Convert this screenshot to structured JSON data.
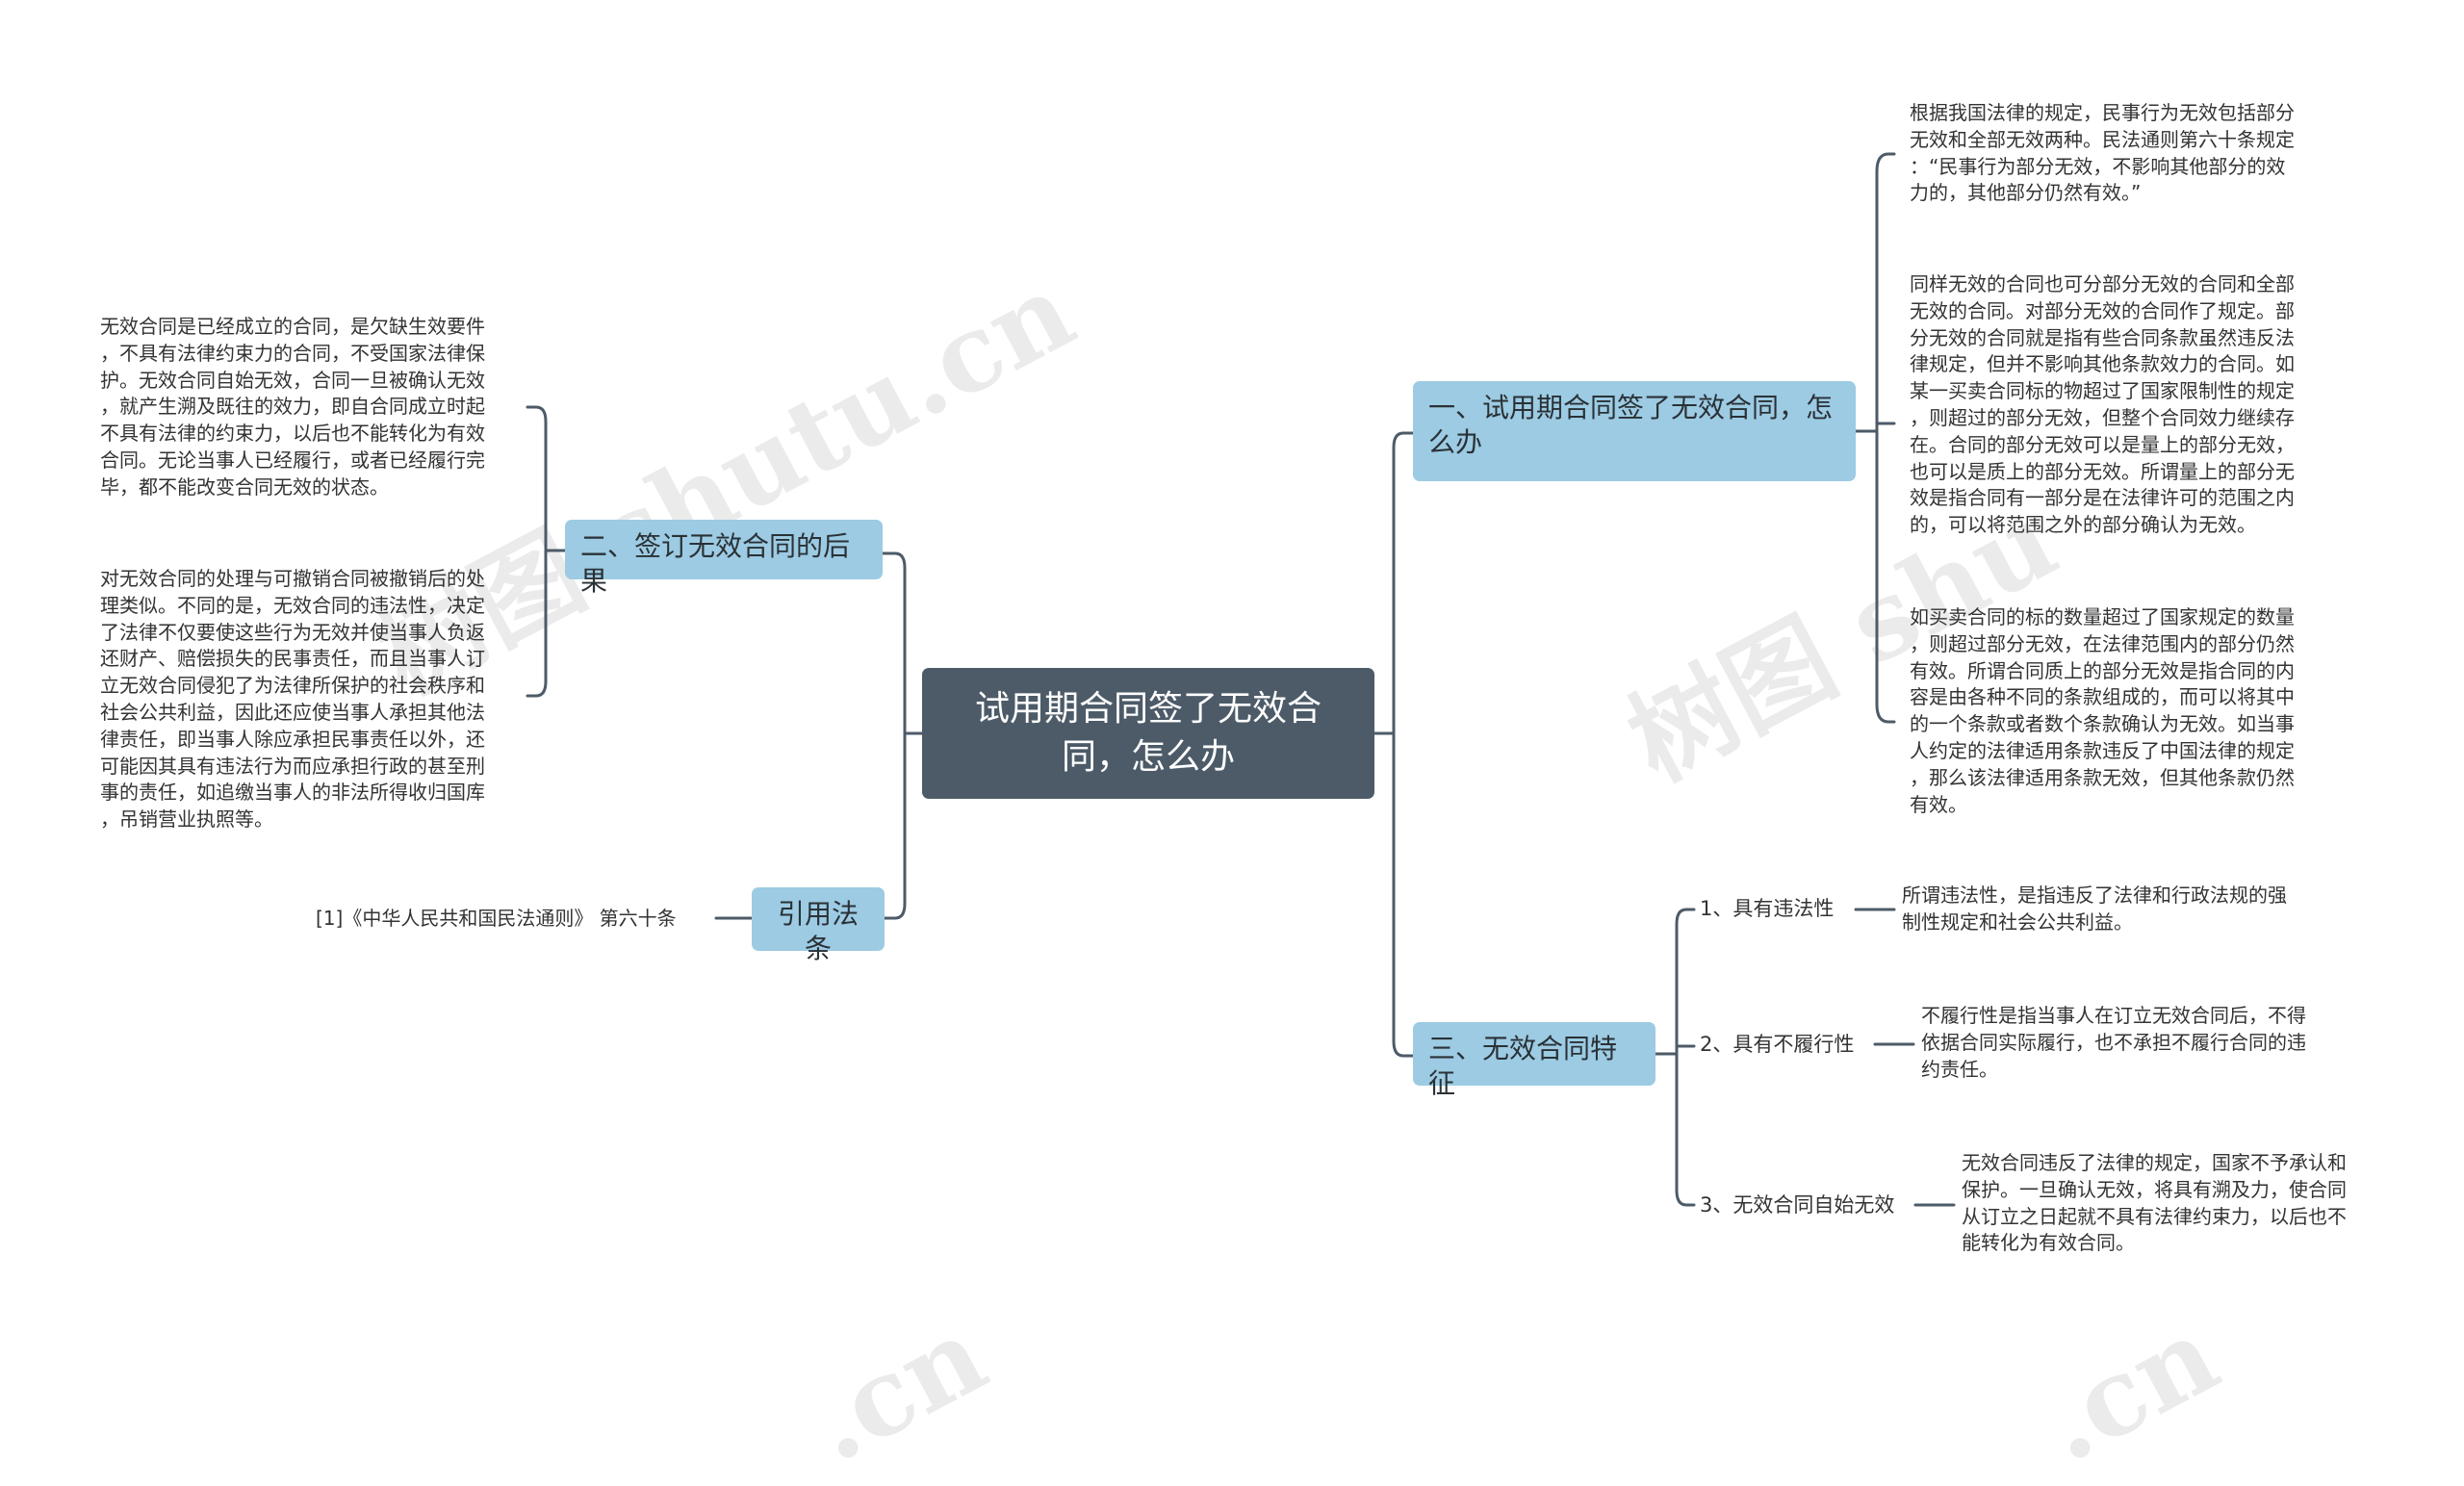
{
  "root": "试用期合同签了无效合同，怎么办",
  "branch1": {
    "title": "一、试用期合同签了无效合同，怎么办",
    "paragraphs": [
      "根据我国法律的规定，民事行为无效包括部分\n无效和全部无效两种。民法通则第六十条规定\n：“民事行为部分无效，不影响其他部分的效\n力的，其他部分仍然有效。”",
      "同样无效的合同也可分部分无效的合同和全部\n无效的合同。对部分无效的合同作了规定。部\n分无效的合同就是指有些合同条款虽然违反法\n律规定，但并不影响其他条款效力的合同。如\n某一买卖合同标的物超过了国家限制性的规定\n，则超过的部分无效，但整个合同效力继续存\n在。合同的部分无效可以是量上的部分无效，\n也可以是质上的部分无效。所谓量上的部分无\n效是指合同有一部分是在法律许可的范围之内\n的，可以将范围之外的部分确认为无效。",
      "如买卖合同的标的数量超过了国家规定的数量\n，则超过部分无效，在法律范围内的部分仍然\n有效。所谓合同质上的部分无效是指合同的内\n容是由各种不同的条款组成的，而可以将其中\n的一个条款或者数个条款确认为无效。如当事\n人约定的法律适用条款违反了中国法律的规定\n，那么该法律适用条款无效，但其他条款仍然\n有效。"
    ]
  },
  "branch2": {
    "title": "二、签订无效合同的后果",
    "paragraphs": [
      "无效合同是已经成立的合同，是欠缺生效要件\n，不具有法律约束力的合同，不受国家法律保\n护。无效合同自始无效，合同一旦被确认无效\n，就产生溯及既往的效力，即自合同成立时起\n不具有法律的约束力，以后也不能转化为有效\n合同。无论当事人已经履行，或者已经履行完\n毕，都不能改变合同无效的状态。",
      "对无效合同的处理与可撤销合同被撤销后的处\n理类似。不同的是，无效合同的违法性，决定\n了法律不仅要使这些行为无效并使当事人负返\n还财产、赔偿损失的民事责任，而且当事人订\n立无效合同侵犯了为法律所保护的社会秩序和\n社会公共利益，因此还应使当事人承担其他法\n律责任，即当事人除应承担民事责任以外，还\n可能因其具有违法行为而应承担行政的甚至刑\n事的责任，如追缴当事人的非法所得收归国库\n，吊销营业执照等。"
    ]
  },
  "branch3": {
    "title": "三、无效合同特征",
    "items": [
      {
        "label": "1、具有违法性",
        "desc": "所谓违法性，是指违反了法律和行政法规的强\n制性规定和社会公共利益。"
      },
      {
        "label": "2、具有不履行性",
        "desc": "不履行性是指当事人在订立无效合同后，不得\n依据合同实际履行，也不承担不履行合同的违\n约责任。"
      },
      {
        "label": "3、无效合同自始无效",
        "desc": "无效合同违反了法律的规定，国家不予承认和\n保护。一旦确认无效，将具有溯及力，使合同\n从订立之日起就不具有法律约束力，以后也不\n能转化为有效合同。"
      }
    ]
  },
  "branch4": {
    "title": "引用法条",
    "reference": "[1]《中华人民共和国民法通则》 第六十条"
  },
  "watermarks": [
    "树图 shutu.cn",
    "树图 shu",
    ".cn",
    ".cn"
  ],
  "colors": {
    "root_bg": "#4d5b68",
    "branch_bg": "#9ccbe3",
    "line": "#4d5b68"
  }
}
